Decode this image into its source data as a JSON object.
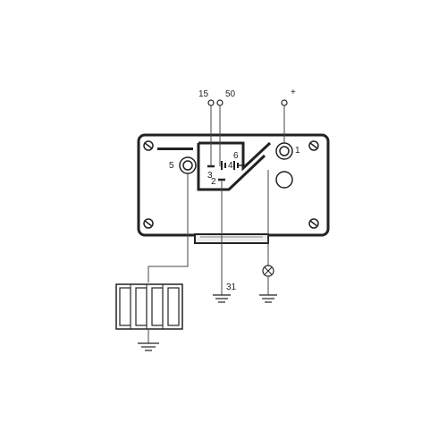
{
  "labels": {
    "t15": "15",
    "t50": "50",
    "plus": "+",
    "t1": "1",
    "t5": "5",
    "t3": "3",
    "t4": "4",
    "t6": "6",
    "t2": "2",
    "t31": "31"
  },
  "colors": {
    "ink": "#222222",
    "wire": "#444444",
    "plug_fill": "#eeeeee",
    "background": "#ffffff"
  }
}
